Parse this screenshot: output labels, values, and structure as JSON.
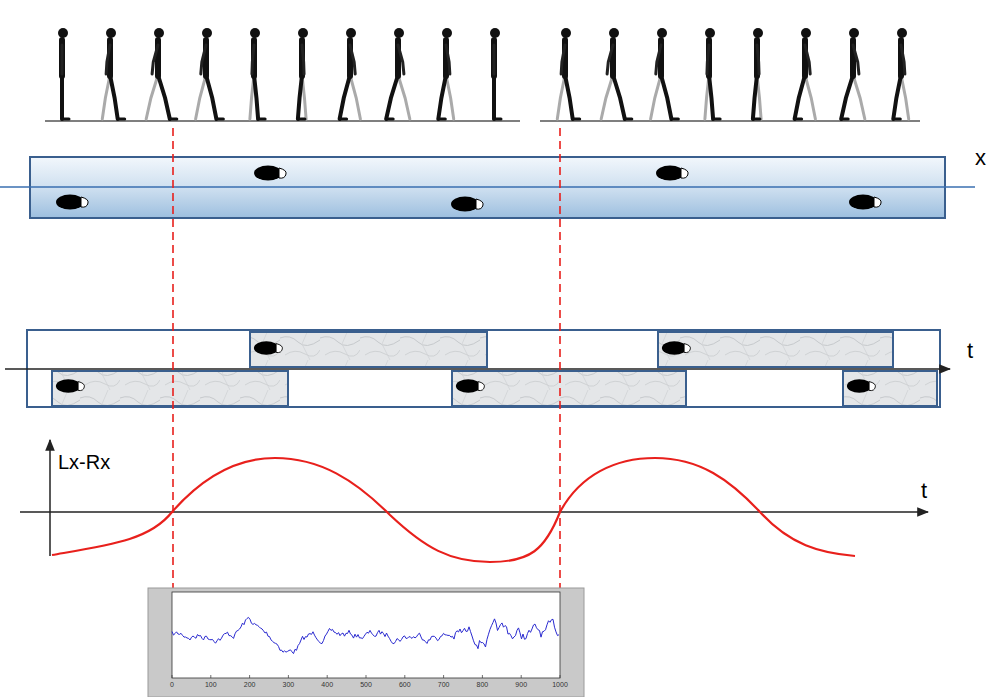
{
  "diagram": {
    "labels": [
      "x",
      "t",
      "Lx-Rx",
      "t",
      "0",
      "100",
      "200",
      "300",
      "400",
      "500",
      "600",
      "700",
      "800",
      "900",
      "1000"
    ]
  }
}
